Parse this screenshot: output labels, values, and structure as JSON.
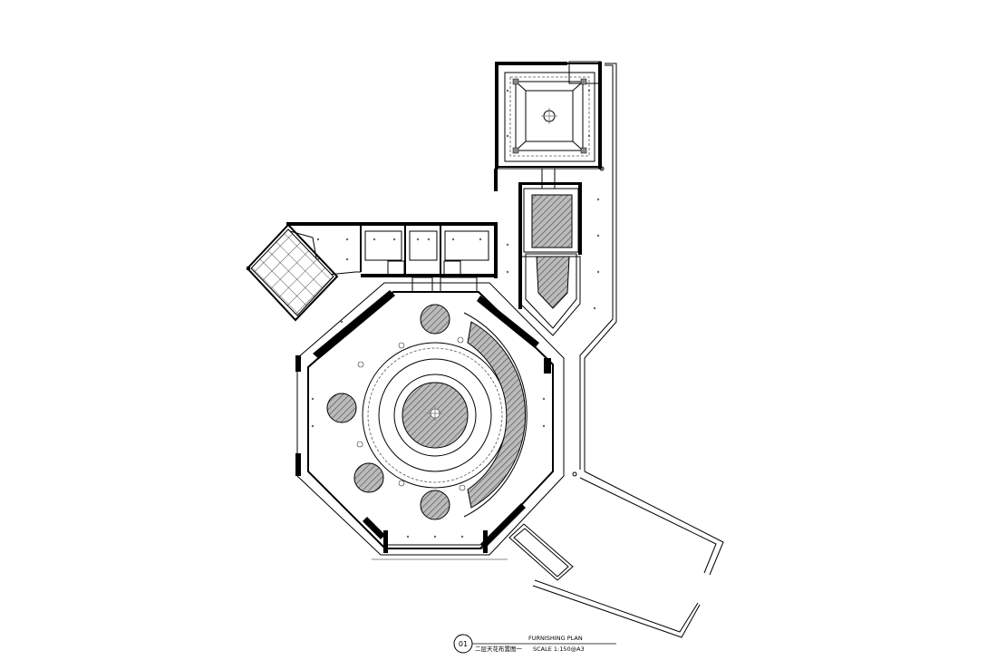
{
  "drawing": {
    "number": "01",
    "title_en": "FURNISHING PLAN",
    "title_cn": "二层天花布置图一",
    "scale": "SCALE  1:150@A3"
  }
}
